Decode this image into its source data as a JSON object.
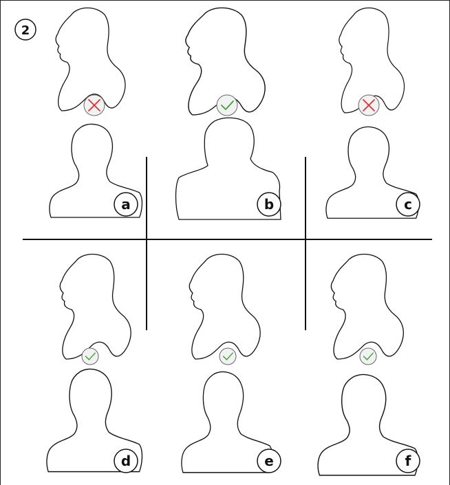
{
  "figure": {
    "number_label": "2",
    "panels": [
      {
        "id": "a",
        "label": "a",
        "verdict": "wrong"
      },
      {
        "id": "b",
        "label": "b",
        "verdict": "correct"
      },
      {
        "id": "c",
        "label": "c",
        "verdict": "wrong"
      },
      {
        "id": "d",
        "label": "d",
        "verdict": "correct"
      },
      {
        "id": "e",
        "label": "e",
        "verdict": "correct"
      },
      {
        "id": "f",
        "label": "f",
        "verdict": "correct"
      }
    ]
  },
  "colors": {
    "wrong": "#e03030",
    "correct": "#3aa335",
    "line": "#111111",
    "badge_fill": "#f2f2f2"
  }
}
